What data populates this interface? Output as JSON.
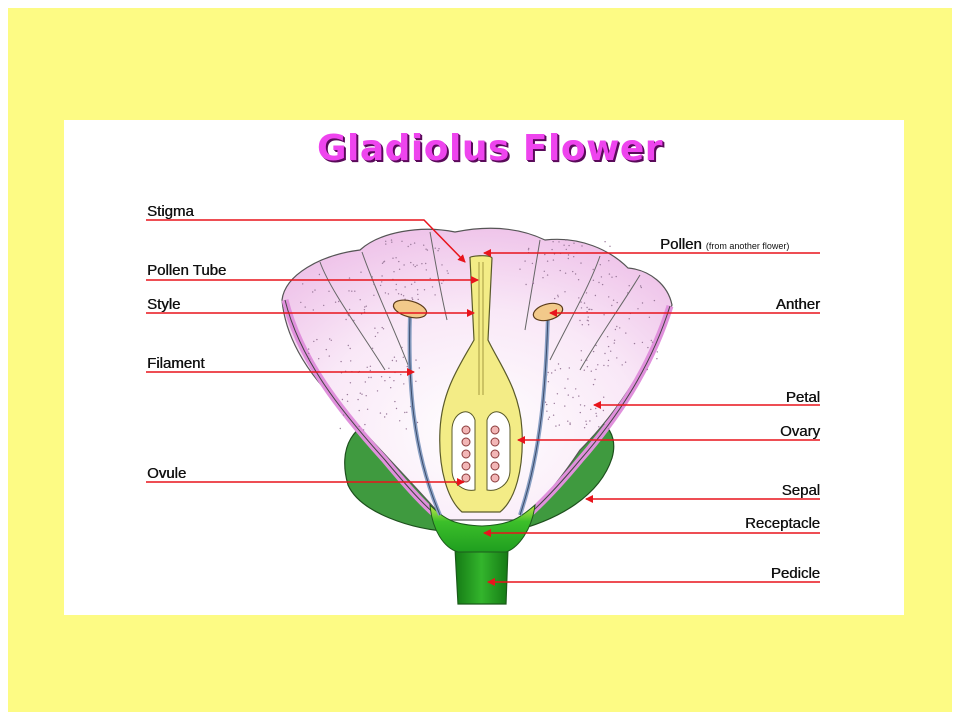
{
  "title": "Gladiolus Flower",
  "labels": {
    "stigma": "Stigma",
    "pollen_tube": "Pollen Tube",
    "style": "Style",
    "filament": "Filament",
    "ovule": "Ovule",
    "pollen": "Pollen",
    "pollen_note": "(from another flower)",
    "anther": "Anther",
    "petal": "Petal",
    "ovary": "Ovary",
    "sepal": "Sepal",
    "receptacle": "Receptacle",
    "pedicle": "Pedicle"
  },
  "colors": {
    "frame": "#fdfb84",
    "title": "#ee44ee",
    "pointer": "#e8141c",
    "petal": "#f5d9f2",
    "sepal": "#3f9a3f",
    "receptacle": "#2fb52a",
    "pistil": "#f3ec86"
  }
}
